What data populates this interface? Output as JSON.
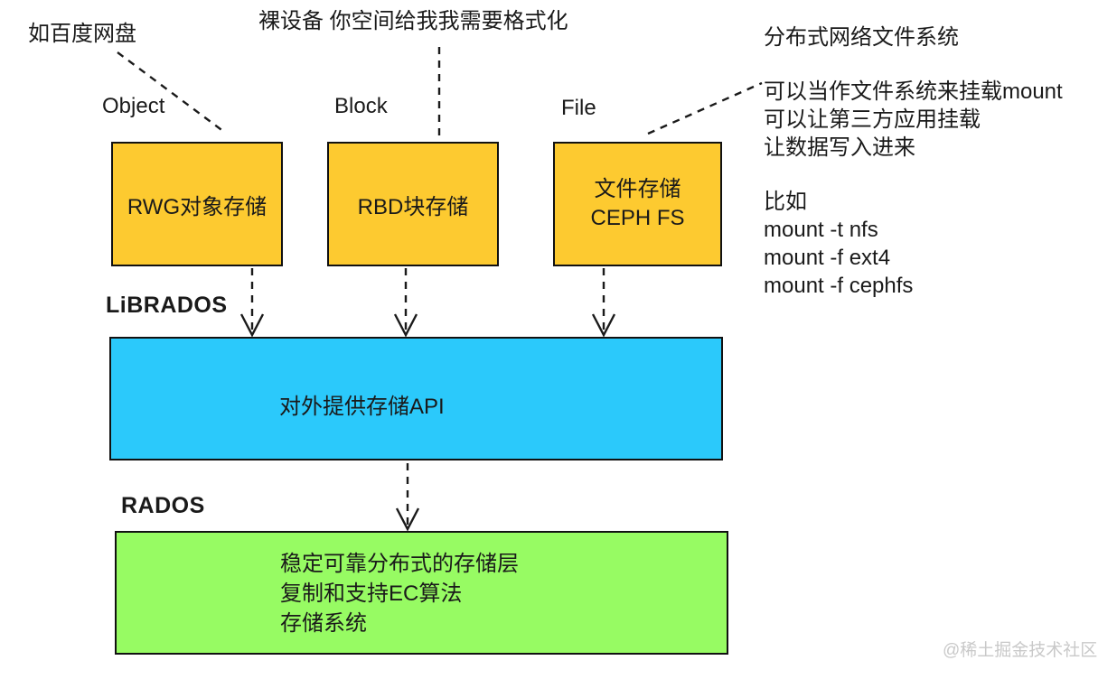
{
  "diagram": {
    "notes": {
      "object_note": "如百度网盘",
      "block_note": "裸设备 你空间给我我需要格式化",
      "file_note": "分布式网络文件系统",
      "file_detail_lines": [
        "可以当作文件系统来挂载mount",
        "可以让第三方应用挂载",
        "让数据写入进来"
      ],
      "example_heading": "比如",
      "example_commands": [
        "mount -t nfs",
        "mount -f ext4",
        "mount -f cephfs"
      ]
    },
    "interfaces": {
      "object": {
        "label": "Object",
        "box": "RWG对象存储"
      },
      "block": {
        "label": "Block",
        "box": "RBD块存储"
      },
      "file": {
        "label": "File",
        "box_line1": "文件存储",
        "box_line2": "CEPH FS"
      }
    },
    "librados": {
      "label": "LiBRADOS",
      "box": "对外提供存储API"
    },
    "rados": {
      "label": "RADOS",
      "box_lines": [
        "稳定可靠分布式的存储层",
        "复制和支持EC算法",
        "存储系统"
      ]
    },
    "watermark": "@稀土掘金技术社区",
    "colors": {
      "interface_box": "#fdca30",
      "librados_box": "#2bc9fb",
      "rados_box": "#97fb63",
      "line": "#1a1a1a",
      "watermark": "#c9c9c9"
    }
  }
}
